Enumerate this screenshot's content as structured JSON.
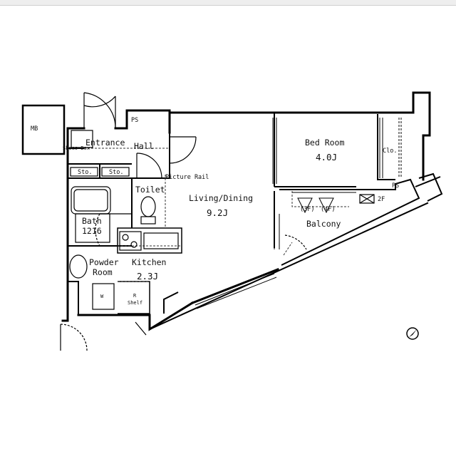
{
  "rooms": {
    "mb": "MB",
    "shoes_box": "Shoes Box",
    "entrance": "Entrance",
    "hall": "Hall",
    "storage_1": "Sto.",
    "storage_2": "Sto.",
    "ps_top": "PS",
    "ps_right": "PS",
    "picture_rail": "Picture Rail",
    "toilet": "Toilet",
    "living_dining": "Living/Dining",
    "living_dining_size": "9.2J",
    "bed_room": "Bed Room",
    "bed_room_size": "4.0J",
    "closet": "Clo.",
    "bath": "Bath",
    "bath_size": "1216",
    "powder_room_1": "Powder",
    "powder_room_2": "Room",
    "kitchen": "Kitchen",
    "kitchen_size": "2.3J",
    "washer": "W",
    "shelf_r": "R",
    "shelf": "Shelf",
    "balcony": "Balcony",
    "floor_3f": "(3F)",
    "floor_4f": "(4F)",
    "floor_2f": "2F"
  },
  "colors": {
    "wall": "#000000",
    "thin_line": "#222222",
    "dashed": "#333333"
  },
  "icons": {
    "compass": "north-arrow-icon"
  }
}
